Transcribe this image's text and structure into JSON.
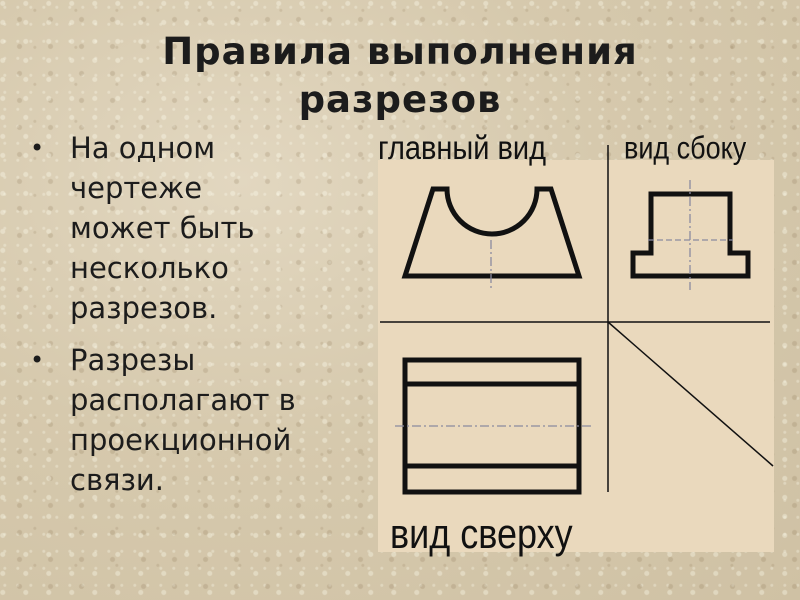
{
  "slide": {
    "title_line1": "Правила выполнения",
    "title_line2": "разрезов",
    "bullets": [
      {
        "marker": "•",
        "text": "На одном\nчертеже\nможет быть\nнесколько\nразрезов."
      },
      {
        "marker": "•",
        "text": " Разрезы\nрасполагают в\nпроекционной\nсвязи."
      }
    ]
  },
  "drawing": {
    "label_front": "главный вид",
    "label_side": "вид сбоку",
    "label_top": "вид сверху",
    "line_color": "#111111",
    "paper_color": "#ead9bd",
    "centerline_color": "#8a8aa0"
  }
}
